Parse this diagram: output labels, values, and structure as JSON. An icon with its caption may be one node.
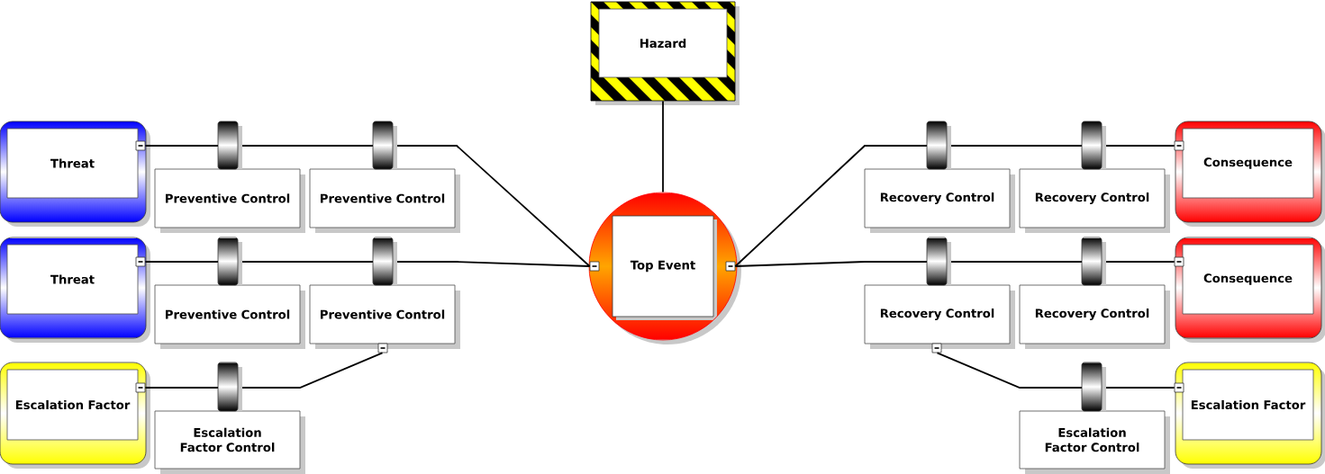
{
  "diagram": {
    "nodes": [
      {
        "text": [
          "Hazard"
        ]
      },
      {
        "text": [
          "Threat"
        ]
      },
      {
        "text": [
          "Preventive Control"
        ]
      },
      {
        "text": [
          "Preventive Control"
        ]
      },
      {
        "text": [
          "Top Event"
        ]
      },
      {
        "text": [
          "Recovery Control"
        ]
      },
      {
        "text": [
          "Recovery Control"
        ]
      },
      {
        "text": [
          "Consequence"
        ]
      },
      {
        "text": [
          "Threat"
        ]
      },
      {
        "text": [
          "Preventive Control"
        ]
      },
      {
        "text": [
          "Preventive Control"
        ]
      },
      {
        "text": [
          "Recovery Control"
        ]
      },
      {
        "text": [
          "Recovery Control"
        ]
      },
      {
        "text": [
          "Consequence"
        ]
      },
      {
        "text": [
          "Escalation Factor"
        ]
      },
      {
        "text": [
          "Escalation Factor Control"
        ]
      },
      {
        "text": [
          "Escalation Factor Control"
        ]
      },
      {
        "text": [
          "Escalation Factor"
        ]
      }
    ],
    "edges": [
      {
        "from": 0,
        "to": 4,
        "arrow": "none"
      },
      {
        "from": 1,
        "to": 4,
        "arrow": "none"
      },
      {
        "from": 8,
        "to": 4,
        "arrow": "none"
      },
      {
        "from": 4,
        "to": 7,
        "arrow": "none"
      },
      {
        "from": 4,
        "to": 13,
        "arrow": "none"
      },
      {
        "from": 14,
        "to": 10,
        "arrow": "none"
      },
      {
        "from": 11,
        "to": 17,
        "arrow": "none"
      }
    ]
  }
}
